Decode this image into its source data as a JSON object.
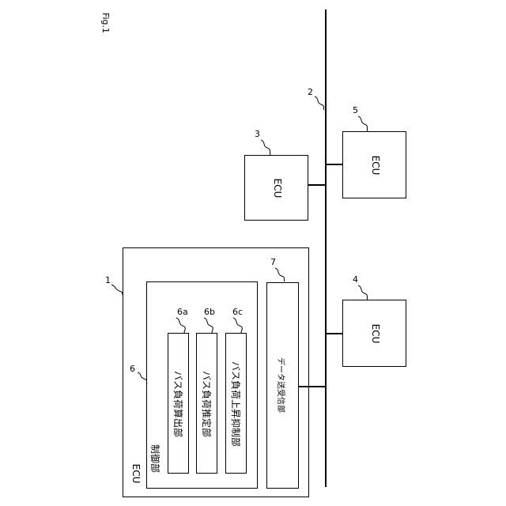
{
  "figure_label": "Fig.1",
  "bus": {
    "ref": "2"
  },
  "ecu_main": {
    "ref": "1",
    "title": "ECU",
    "control_unit": {
      "ref": "6",
      "title": "制御部",
      "blocks": [
        {
          "ref": "6a",
          "label": "バス負荷算出部"
        },
        {
          "ref": "6b",
          "label": "バス負荷推定部"
        },
        {
          "ref": "6c",
          "label": "バス負荷上昇抑制部"
        }
      ]
    },
    "transceiver": {
      "ref": "7",
      "label": "データ送受信部"
    }
  },
  "ecus": [
    {
      "ref": "3",
      "label": "ECU"
    },
    {
      "ref": "4",
      "label": "ECU"
    },
    {
      "ref": "5",
      "label": "ECU"
    }
  ]
}
